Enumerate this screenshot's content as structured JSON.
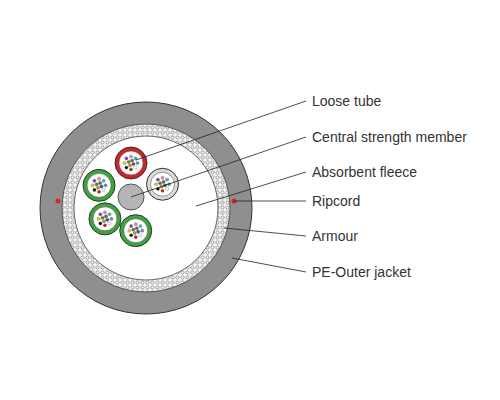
{
  "diagram": {
    "labels": [
      "Loose tube",
      "Central strength member",
      "Absorbent fleece",
      "Ripcord",
      "Armour",
      "PE-Outer jacket"
    ]
  }
}
